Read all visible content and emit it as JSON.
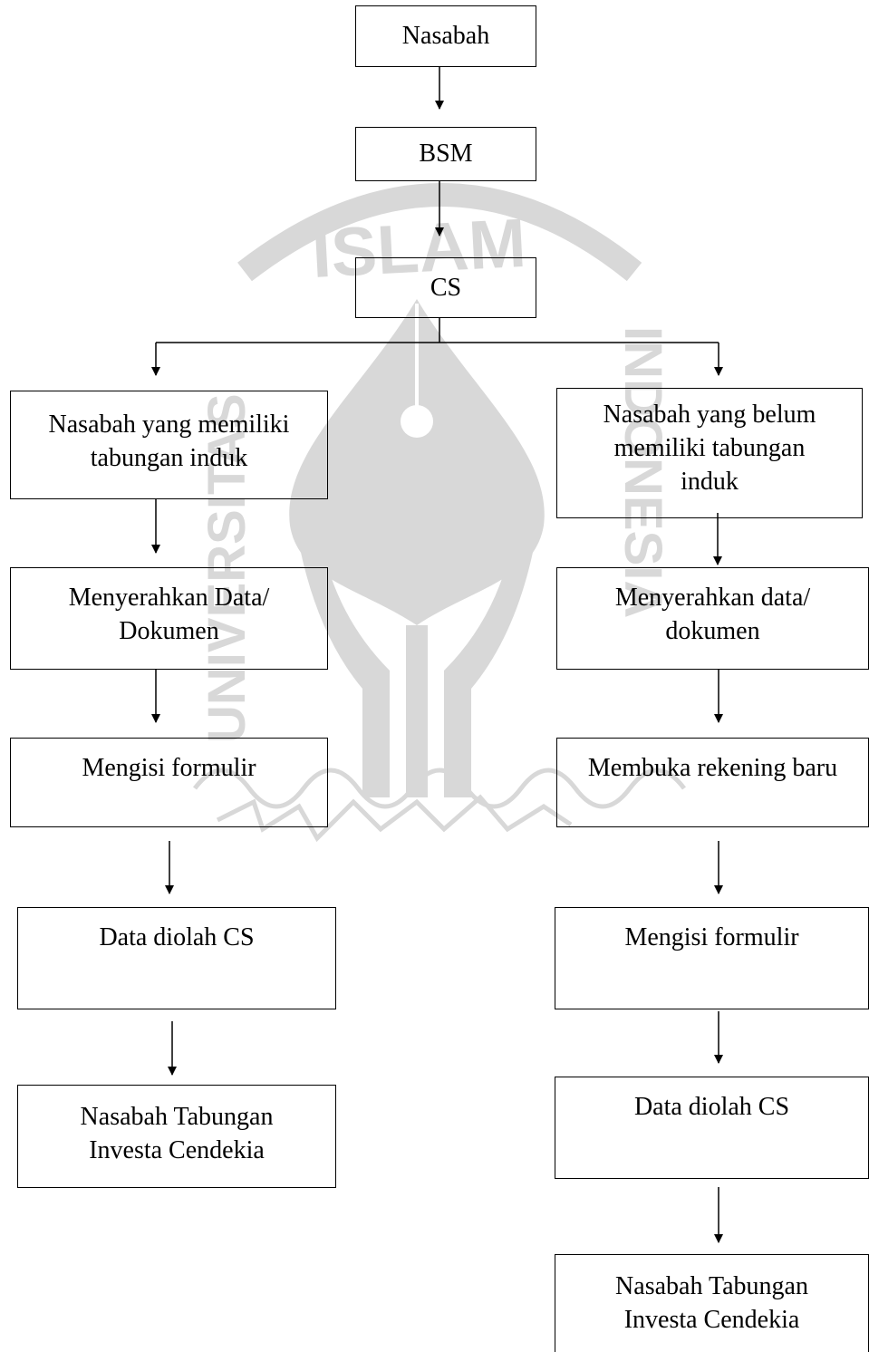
{
  "watermark": {
    "top_text": "ISLAM",
    "left_text": "UNIVERSITAS",
    "right_text": "INDONESIA",
    "color": "#d8d8d8"
  },
  "nodes": {
    "nasabah": "Nasabah",
    "bsm": "BSM",
    "cs": "CS",
    "left_branch": {
      "memiliki": [
        "Nasabah yang memiliki",
        "tabungan induk"
      ],
      "menyerahkan": [
        "Menyerahkan Data/",
        "Dokumen"
      ],
      "mengisi": "Mengisi formulir",
      "diolah": "Data diolah CS",
      "hasil": [
        "Nasabah Tabungan",
        "Investa Cendekia"
      ]
    },
    "right_branch": {
      "belum": [
        "Nasabah yang belum",
        "memiliki tabungan",
        "induk"
      ],
      "menyerahkan": [
        "Menyerahkan data/",
        "dokumen"
      ],
      "membuka": "Membuka rekening baru",
      "mengisi": "Mengisi formulir",
      "diolah": "Data diolah CS",
      "hasil": [
        "Nasabah Tabungan",
        "Investa Cendekia"
      ]
    }
  },
  "colors": {
    "line": "#000000"
  }
}
